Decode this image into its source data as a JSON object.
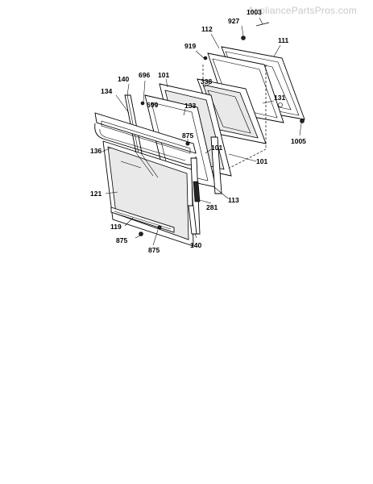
{
  "watermark": "AppliancePartsPros.com",
  "callouts": {
    "c1003": "1003",
    "c927": "927",
    "c112": "112",
    "c111": "111",
    "c919": "919",
    "c696": "696",
    "c140_top": "140",
    "c101_top": "101",
    "c338": "338",
    "c134": "134",
    "c699": "699",
    "c133": "133",
    "c131": "131",
    "c875_mid": "875",
    "c101_mid": "101",
    "c1005": "1005",
    "c136": "136",
    "c101_right": "101",
    "c121": "121",
    "c113": "113",
    "c281": "281",
    "c119": "119",
    "c875_low": "875",
    "c875_bot": "875",
    "c140_bot": "140"
  }
}
